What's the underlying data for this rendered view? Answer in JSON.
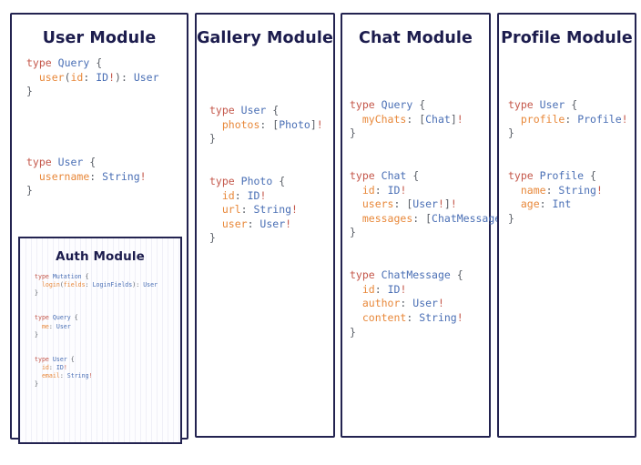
{
  "diagram": {
    "type": "graphql-schema-modules",
    "background_color": "#ffffff",
    "border_color": "#232350",
    "title_color": "#1c1c4d",
    "syntax_colors": {
      "keyword": "#c4574a",
      "type_name": "#4a6fb5",
      "field_name": "#e8883a",
      "punctuation": "#5b6068",
      "non_null_bang": "#c4574a"
    }
  },
  "panels": [
    {
      "id": "user-module",
      "title": "User Module",
      "code_lines": [
        "type Query {",
        "  user(id: ID!): User",
        "}",
        "",
        "",
        "type User {",
        "  username: String!",
        "}"
      ],
      "subpanel": {
        "id": "auth-module",
        "title": "Auth Module",
        "code_lines": [
          "type Mutation {",
          "  login(fields: LoginFields): User",
          "}",
          "",
          "type Query {",
          "  me: User",
          "}",
          "",
          "type User {",
          "  id: ID!",
          "  email: String!",
          "}"
        ]
      }
    },
    {
      "id": "gallery-module",
      "title": "Gallery Module",
      "code_lines": [
        "type User {",
        "  photos: [Photo]!",
        "}",
        "",
        "type Photo {",
        "  id: ID!",
        "  url: String!",
        "  user: User!",
        "}"
      ]
    },
    {
      "id": "chat-module",
      "title": "Chat Module",
      "code_lines": [
        "type Query {",
        "  myChats: [Chat]!",
        "}",
        "",
        "type Chat {",
        "  id: ID!",
        "  users: [User!]!",
        "  messages: [ChatMessage]!",
        "}",
        "",
        "type ChatMessage {",
        "  id: ID!",
        "  author: User!",
        "  content: String!",
        "}"
      ]
    },
    {
      "id": "profile-module",
      "title": "Profile Module",
      "code_lines": [
        "type User {",
        "  profile: Profile!",
        "}",
        "",
        "type Profile {",
        "  name: String!",
        "  age: Int",
        "}"
      ]
    }
  ]
}
